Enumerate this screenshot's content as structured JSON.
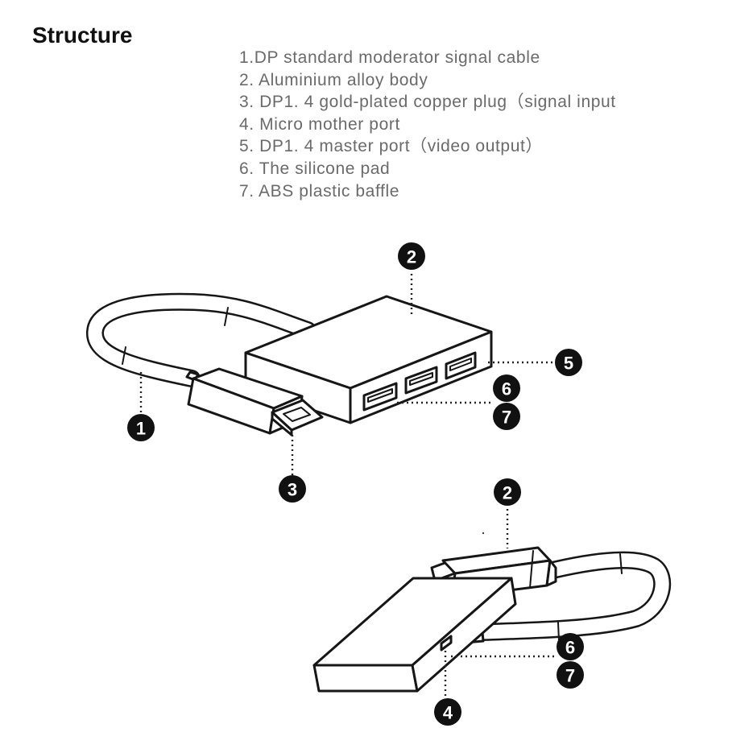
{
  "heading": "Structure",
  "legend": [
    "1.DP standard moderator signal cable",
    "2. Aluminium alloy body",
    "3. DP1. 4 gold-plated copper plug（signal input",
    "4. Micro mother port",
    "5. DP1. 4 master port（video output）",
    "6. The silicone pad",
    "7. ABS plastic baffle"
  ],
  "callouts": {
    "top": [
      "1",
      "2",
      "3",
      "5",
      "6",
      "7"
    ],
    "bottom": [
      "2",
      "4",
      "6",
      "7"
    ]
  },
  "colors": {
    "line": "#161616",
    "badge": "#111111",
    "legend_text": "#6a6a6a"
  }
}
